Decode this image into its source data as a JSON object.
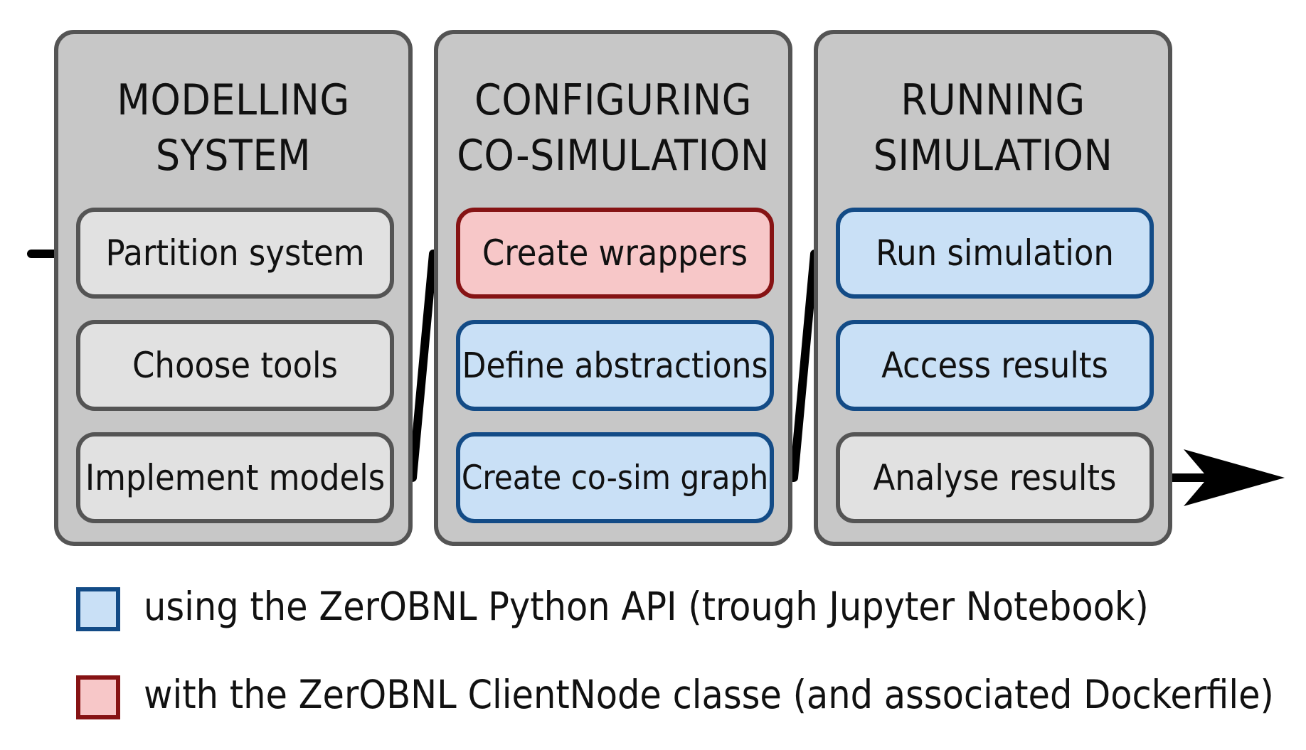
{
  "phases": [
    {
      "title_line1": "MODELLING",
      "title_line2": "SYSTEM",
      "steps": [
        {
          "label": "Partition system",
          "category": "default"
        },
        {
          "label": "Choose tools",
          "category": "default"
        },
        {
          "label": "Implement models",
          "category": "default"
        }
      ]
    },
    {
      "title_line1": "CONFIGURING",
      "title_line2": "CO-SIMULATION",
      "steps": [
        {
          "label": "Create wrappers",
          "category": "clientnode"
        },
        {
          "label": "Define abstractions",
          "category": "python-api"
        },
        {
          "label": "Create co-sim graph",
          "category": "python-api"
        }
      ]
    },
    {
      "title_line1": "RUNNING",
      "title_line2": "SIMULATION",
      "steps": [
        {
          "label": "Run simulation",
          "category": "python-api"
        },
        {
          "label": "Access results",
          "category": "python-api"
        },
        {
          "label": "Analyse results",
          "category": "default"
        }
      ]
    }
  ],
  "legend": [
    {
      "label": "using the ZerOBNL Python API (trough Jupyter Notebook)",
      "category": "python-api"
    },
    {
      "label": "with the ZerOBNL ClientNode classe (and associated Dockerfile)",
      "category": "clientnode"
    }
  ],
  "colors": {
    "default_fill": "#e1e1e1",
    "default_border": "#545454",
    "python_api_fill": "#c9e0f6",
    "python_api_border": "#134b86",
    "clientnode_fill": "#f7c7c8",
    "clientnode_border": "#861314",
    "phase_fill": "#c7c7c7",
    "connector": "#000000"
  }
}
